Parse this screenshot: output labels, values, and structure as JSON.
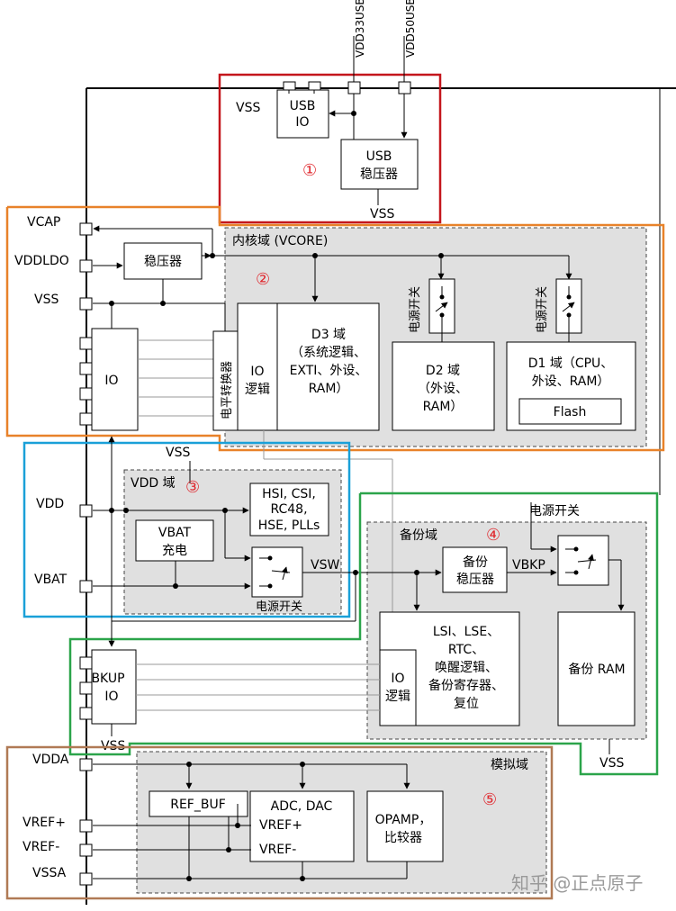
{
  "colors": {
    "red": "#c4161c",
    "orange": "#e8822a",
    "blue": "#1aa0d8",
    "green": "#2ba44a",
    "brown": "#b07a55",
    "gray_fill": "#e0e0e0",
    "num_red": "#e0282e"
  },
  "top_labels": {
    "vdd33usb": "VDD33USB",
    "vdd50usb": "VDD50USB"
  },
  "usb": {
    "number": "①",
    "vss_left": "VSS",
    "vss_bottom": "VSS",
    "io_line1": "USB",
    "io_line2": "IO",
    "reg_line1": "USB",
    "reg_line2": "稳压器"
  },
  "core": {
    "number": "②",
    "domain_label": "内核域 (VCORE)",
    "pins": {
      "vcap": "VCAP",
      "vddldo": "VDDLDO",
      "vss": "VSS"
    },
    "regulator": "稳压器",
    "io": "IO",
    "level_shifter": "电平转换器",
    "io_logic_line1": "IO",
    "io_logic_line2": "逻辑",
    "d3": [
      "D3 域",
      "（系统逻辑、",
      "EXTI、外设、",
      "RAM）"
    ],
    "d2": [
      "D2 域",
      "（外设、",
      "RAM）"
    ],
    "d1": [
      "D1 域（CPU、",
      "外设、RAM）"
    ],
    "flash": "Flash",
    "power_switch": "电源开关"
  },
  "vdd_domain": {
    "number": "③",
    "label": "VDD 域",
    "vss_top": "VSS",
    "pins": {
      "vdd": "VDD",
      "vbat": "VBAT"
    },
    "clocks": [
      "HSI, CSI,",
      "RC48,",
      "HSE, PLLs"
    ],
    "vbat_charge": [
      "VBAT",
      "充电"
    ],
    "vsw": "VSW",
    "power_switch": "电源开关"
  },
  "backup": {
    "number": "④",
    "label": "备份域",
    "power_switch": "电源开关",
    "regulator": [
      "备份",
      "稳压器"
    ],
    "vbkp": "VBKP",
    "lsi_block": [
      "LSI、LSE、",
      "RTC、",
      "唤醒逻辑、",
      "备份寄存器、",
      "复位"
    ],
    "io_logic": [
      "IO",
      "逻辑"
    ],
    "backup_ram": "备份 RAM",
    "bkup_io": [
      "BKUP",
      "IO"
    ],
    "vss_bottom": "VSS",
    "vss_right": "VSS"
  },
  "analog": {
    "number": "⑤",
    "label": "模拟域",
    "pins": {
      "vdda": "VDDA",
      "vrefp": "VREF+",
      "vrefm": "VREF-",
      "vssa": "VSSA"
    },
    "ref_buf": "REF_BUF",
    "adc_dac": "ADC, DAC",
    "vrefp_in": "VREF+",
    "vrefm_in": "VREF-",
    "opamp": [
      "OPAMP，",
      "比较器"
    ]
  },
  "watermark": "知乎 @正点原子"
}
